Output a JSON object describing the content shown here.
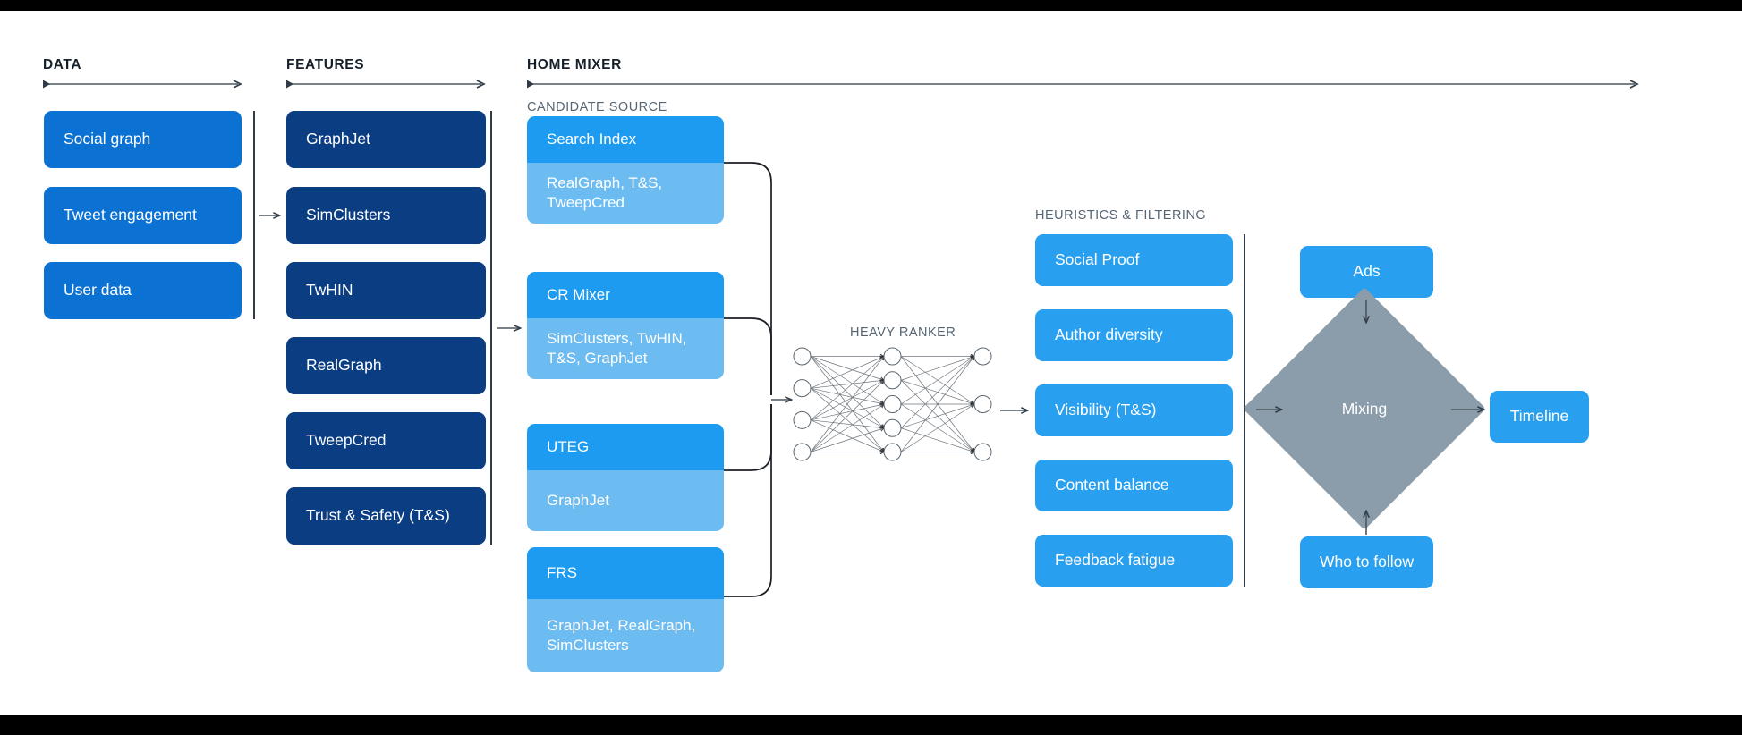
{
  "sections": [
    {
      "title": "DATA"
    },
    {
      "title": "FEATURES"
    },
    {
      "title": "HOME MIXER"
    }
  ],
  "subheads": {
    "candidate_source": "CANDIDATE SOURCE",
    "heavy_ranker": "HEAVY RANKER",
    "heuristics": "HEURISTICS & FILTERING"
  },
  "data_column": {
    "items": [
      {
        "label": "Social graph"
      },
      {
        "label": "Tweet engagement"
      },
      {
        "label": "User data"
      }
    ]
  },
  "features_column": {
    "items": [
      {
        "label": "GraphJet"
      },
      {
        "label": "SimClusters"
      },
      {
        "label": "TwHIN"
      },
      {
        "label": "RealGraph"
      },
      {
        "label": "TweepCred"
      },
      {
        "label": "Trust & Safety (T&S)"
      }
    ]
  },
  "candidate_sources": [
    {
      "name": "Search Index",
      "features": "RealGraph, T&S, TweepCred"
    },
    {
      "name": "CR Mixer",
      "features": "SimClusters, TwHIN, T&S, GraphJet"
    },
    {
      "name": "UTEG",
      "features": "GraphJet"
    },
    {
      "name": "FRS",
      "features": "GraphJet, RealGraph, SimClusters"
    }
  ],
  "heavy_ranker": {
    "label": "HEAVY RANKER",
    "layers": [
      4,
      5,
      3
    ]
  },
  "heuristics_column": {
    "items": [
      {
        "label": "Social Proof"
      },
      {
        "label": "Author diversity"
      },
      {
        "label": "Visibility (T&S)"
      },
      {
        "label": "Content balance"
      },
      {
        "label": "Feedback fatigue"
      }
    ]
  },
  "output_stage": {
    "ads": "Ads",
    "mixing": "Mixing",
    "who_to_follow": "Who to follow",
    "timeline": "Timeline"
  },
  "colors": {
    "data_box": "#0b72d4",
    "feature_box": "#0b3d83",
    "candidate_head": "#1d9bf0",
    "candidate_body": "#6cbcf2",
    "heuristic_box": "#29a0ef",
    "mixing_diamond": "#8b9cab",
    "connector": "#2f3b47",
    "header_text": "#16202b",
    "subhead_text": "#566573"
  }
}
